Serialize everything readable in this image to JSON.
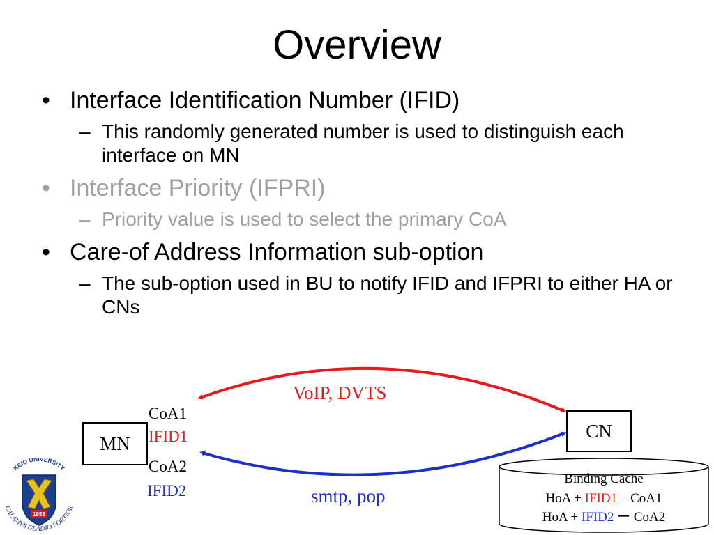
{
  "slide": {
    "title": "Overview",
    "bullets": [
      {
        "text": "Interface Identification Number (IFID)",
        "dimmed": false,
        "sub": [
          "This randomly generated number is used to distinguish each interface on MN"
        ]
      },
      {
        "text": "Interface Priority (IFPRI)",
        "dimmed": true,
        "sub": [
          "Priority value is used to select the primary CoA"
        ]
      },
      {
        "text": "Care-of Address Information sub-option",
        "dimmed": false,
        "sub": [
          "The sub-option used in BU to notify IFID and IFPRI to either HA or CNs"
        ]
      }
    ],
    "bullet_char": "•",
    "dash_char": "–"
  },
  "diagram": {
    "mn_label": "MN",
    "cn_label": "CN",
    "coa1": "CoA1",
    "ifid1": "IFID1",
    "coa2": "CoA2",
    "ifid2": "IFID2",
    "red_flow": "VoIP, DVTS",
    "blue_flow": "smtp, pop",
    "cache": {
      "title": "Binding Cache",
      "row1": {
        "hoa": "HoA",
        "plus": "+",
        "ifid": "IFID1",
        "sep": "–",
        "coa": "CoA1"
      },
      "row2": {
        "hoa": "HoA",
        "plus": "+",
        "ifid": "IFID2",
        "sep": "ー",
        "coa": "CoA2"
      }
    },
    "colors": {
      "red": "#e8191c",
      "blue": "#1c2fc9"
    }
  },
  "logo": {
    "top_text": "KEIO UNIVERSITY",
    "bottom_text": "CALAMVS GLADIO FORTIOR",
    "year": "1858",
    "colors": {
      "shield": "#1f3f8a",
      "emblem": "#e8c21c",
      "accent": "#c8202a"
    }
  }
}
